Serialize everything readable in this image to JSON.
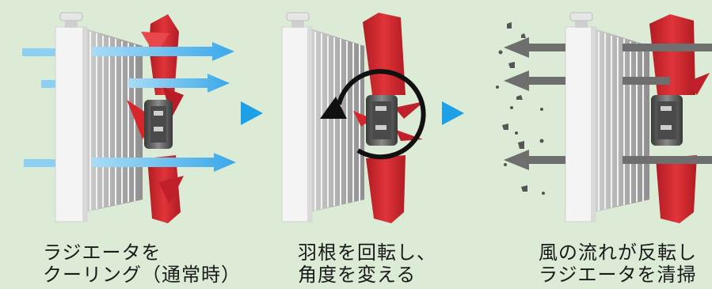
{
  "colors": {
    "background": "#dcebd6",
    "airflow_arrow": "#5ab8ee",
    "reverse_arrow": "#6e6e6e",
    "step_arrow": "#1ea0e6",
    "fan_blade": "#d4262b",
    "radiator": "#efefef",
    "rotation_arrow": "#111111"
  },
  "icons": [
    "radiator",
    "fan",
    "rotation-arrow",
    "airflow-arrow",
    "dust-particles"
  ],
  "panels": [
    {
      "caption": [
        "ラジエータを",
        "クーリング（通常時）"
      ]
    },
    {
      "caption": [
        "羽根を回転し、",
        "角度を変える"
      ]
    },
    {
      "caption": [
        "風の流れが反転し",
        "ラジエータを清掃"
      ]
    }
  ]
}
